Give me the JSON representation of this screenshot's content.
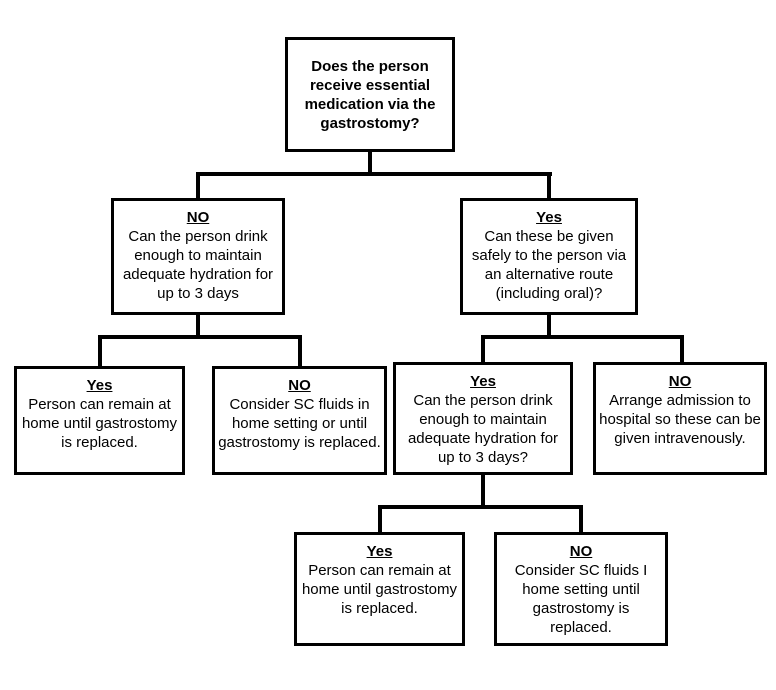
{
  "diagram": {
    "type": "decision-flowchart",
    "topic": "Gastrostomy medication and hydration decision pathway",
    "colors": {
      "background": "#ffffff",
      "box_fill": "#ffffff",
      "box_border": "#000000",
      "line": "#000000",
      "text": "#000000"
    },
    "nodes": {
      "root": {
        "text": "Does the person receive essential medication  via the gastrostomy?"
      },
      "no_branch": {
        "label": "NO",
        "text": "Can the person drink enough to maintain adequate hydration for up to 3 days"
      },
      "yes_branch": {
        "label": "Yes",
        "text": "Can these be given safely to the person via an alternative route (including oral)?"
      },
      "no_yes": {
        "label": "Yes",
        "text": "Person can remain at home until gastrostomy is replaced."
      },
      "no_no": {
        "label": "NO",
        "text": "Consider SC fluids in home setting or until gastrostomy is replaced."
      },
      "yes_yes": {
        "label": "Yes",
        "text": "Can the person drink enough to maintain adequate hydration for up to 3 days?"
      },
      "yes_no": {
        "label": "NO",
        "text": "Arrange admission to hospital so these can be given intravenously."
      },
      "yes_yes_yes": {
        "label": "Yes",
        "text": "Person can remain at home until gastrostomy is replaced."
      },
      "yes_yes_no": {
        "label": "NO",
        "text": "Consider SC fluids I home setting until gastrostomy is replaced."
      }
    }
  }
}
